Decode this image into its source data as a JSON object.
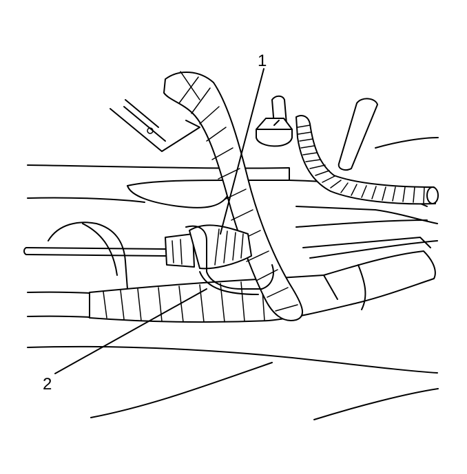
{
  "callouts": [
    {
      "id": 1,
      "label": "1"
    },
    {
      "id": 2,
      "label": "2"
    }
  ],
  "colors": {
    "line": "#000000",
    "background": "#ffffff"
  }
}
